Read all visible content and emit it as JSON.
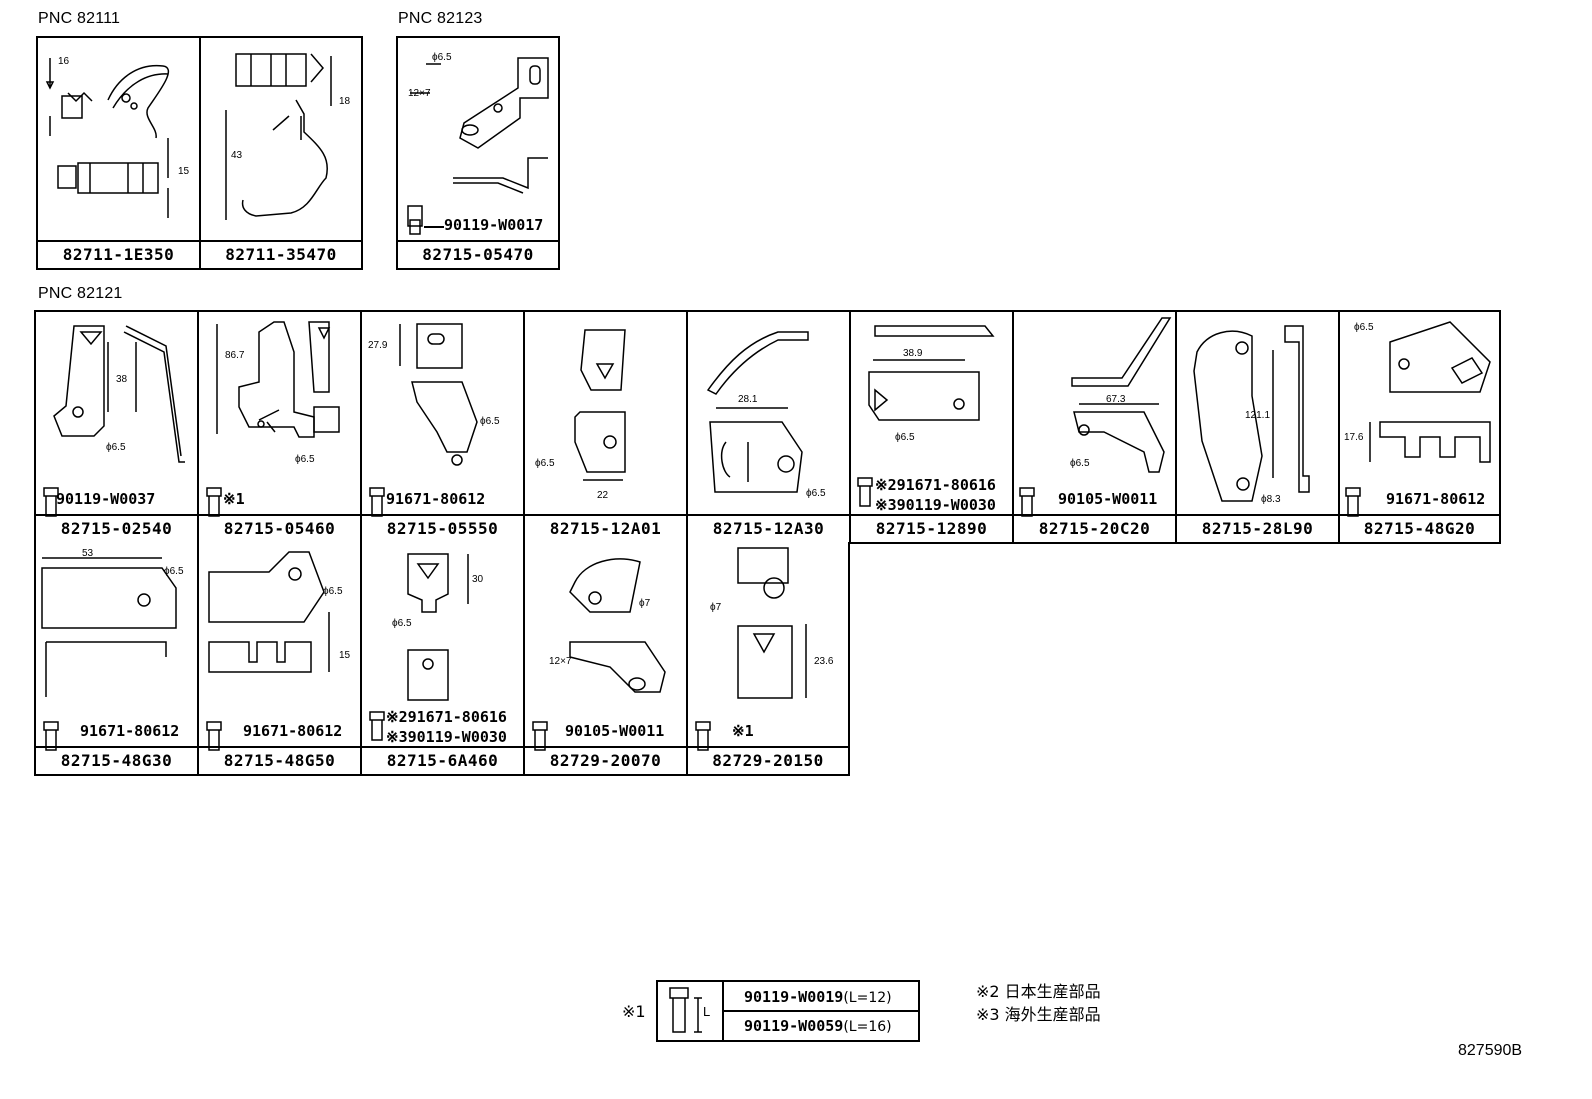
{
  "groups": {
    "g1": {
      "title": "PNC 82111"
    },
    "g2": {
      "title": "PNC 82123"
    },
    "g3": {
      "title": "PNC 82121"
    }
  },
  "cells": {
    "c1": {
      "part": "82711-1E350",
      "dims": [
        "16",
        "15"
      ]
    },
    "c2": {
      "part": "82711-35470",
      "dims": [
        "18",
        "43"
      ]
    },
    "c3": {
      "part": "82715-05470",
      "bolt": "90119-W0017",
      "dims": [
        "ϕ6.5",
        "12×7"
      ]
    },
    "c4": {
      "part": "82715-02540",
      "bolt": "90119-W0037",
      "dims": [
        "38",
        "ϕ6.5"
      ]
    },
    "c5": {
      "part": "82715-05460",
      "bolt": "※1",
      "dims": [
        "86.7",
        "ϕ6.5"
      ]
    },
    "c6": {
      "part": "82715-05550",
      "bolt": "91671-80612",
      "dims": [
        "27.9",
        "ϕ6.5"
      ]
    },
    "c7": {
      "part": "82715-12A01",
      "dims": [
        "ϕ6.5",
        "22"
      ]
    },
    "c8": {
      "part": "82715-12A30",
      "dims": [
        "28.1",
        "ϕ6.5"
      ]
    },
    "c9": {
      "part": "82715-12890",
      "bolt": "※291671-80616",
      "bolt2": "※390119-W0030",
      "dims": [
        "38.9",
        "ϕ6.5"
      ]
    },
    "c10": {
      "part": "82715-20C20",
      "bolt": "90105-W0011",
      "dims": [
        "67.3",
        "ϕ6.5"
      ]
    },
    "c11": {
      "part": "82715-28L90",
      "dims": [
        "121.1",
        "ϕ8.3"
      ]
    },
    "c12": {
      "part": "82715-48G20",
      "bolt": "91671-80612",
      "dims": [
        "ϕ6.5",
        "17.6"
      ]
    },
    "c13": {
      "part": "82715-48G30",
      "bolt": "91671-80612",
      "dims": [
        "53",
        "ϕ6.5"
      ]
    },
    "c14": {
      "part": "82715-48G50",
      "bolt": "91671-80612",
      "dims": [
        "ϕ6.5",
        "15"
      ]
    },
    "c15": {
      "part": "82715-6A460",
      "bolt": "※291671-80616",
      "bolt2": "※390119-W0030",
      "dims": [
        "30",
        "ϕ6.5"
      ]
    },
    "c16": {
      "part": "82729-20070",
      "bolt": "90105-W0011",
      "dims": [
        "ϕ7",
        "12×7"
      ]
    },
    "c17": {
      "part": "82729-20150",
      "bolt": "※1",
      "dims": [
        "ϕ7",
        "23.6"
      ]
    }
  },
  "legend": {
    "mark": "※1",
    "dim": "L",
    "rows": [
      {
        "part": "90119-W0019",
        "length": "(L=12)"
      },
      {
        "part": "90119-W0059",
        "length": "(L=16)"
      }
    ]
  },
  "notes": [
    "※2 日本生産部品",
    "※3 海外生産部品"
  ],
  "figure_number": "827590B"
}
